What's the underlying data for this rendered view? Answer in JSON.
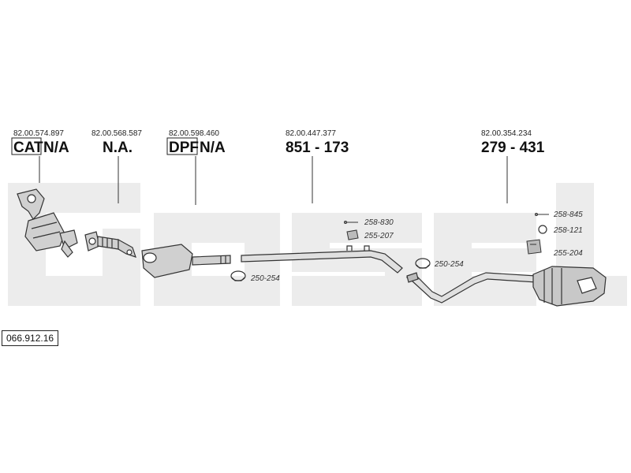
{
  "diagram_ref": "066.912.16",
  "sections": [
    {
      "oem": "82.00.574.897",
      "badge": "CAT",
      "label": "N/A"
    },
    {
      "oem": "82.00.568.587",
      "badge": "",
      "label": "N.A."
    },
    {
      "oem": "82.00.598.460",
      "badge": "DPF",
      "label": "N/A"
    },
    {
      "oem": "82.00.447.377",
      "badge": "",
      "label": "851 - 173"
    },
    {
      "oem": "82.00.354.234",
      "badge": "",
      "label": "279 - 431"
    }
  ],
  "accessories": {
    "a1": "250-254",
    "a2": "258-830",
    "a3": "255-207",
    "a4": "250-254",
    "a5": "258-845",
    "a6": "258-121",
    "a7": "255-204"
  },
  "colors": {
    "watermark": "#ececec",
    "outline": "#333333",
    "part_fill": "#d0d0d0"
  }
}
